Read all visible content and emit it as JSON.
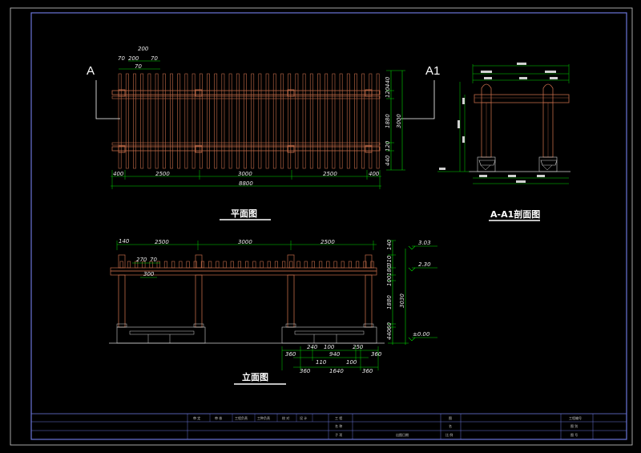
{
  "plan": {
    "title": "平面图",
    "marker_left": "A",
    "marker_right": "A1",
    "dims_top_1": "200",
    "dims_top_2": [
      "70",
      "200",
      "70"
    ],
    "dims_top_3": "70",
    "dims_bottom_segments": [
      "400",
      "2500",
      "3000",
      "2500",
      "400"
    ],
    "dims_bottom_total": "8800",
    "dims_right_segments": [
      "440",
      "120",
      "1880",
      "120",
      "440"
    ],
    "dims_right_total": "3000"
  },
  "section": {
    "title": "A-A1剖面图"
  },
  "elevation": {
    "title": "立面图",
    "dims_top_left": "140",
    "dims_top_segments": [
      "2500",
      "3000",
      "2500"
    ],
    "dims_detail_1": [
      "270",
      "70"
    ],
    "dims_detail_2": "300",
    "dims_right_segments": [
      "140",
      "310",
      "180",
      "100",
      "1880",
      "60",
      "440"
    ],
    "dims_right_total": "3030",
    "levels": [
      "3.03",
      "2.30",
      "±0.00"
    ],
    "dims_bottom_row1": [
      "360",
      "240",
      "100",
      "250",
      "360"
    ],
    "dims_bottom_row2": [
      "110",
      "940",
      "100"
    ],
    "dims_bottom_row3": [
      "360",
      "1640",
      "360"
    ]
  },
  "title_block": {
    "labels": [
      "审 定",
      "审 核",
      "工程负责",
      "工种负责",
      "校 对",
      "设 计",
      "工 程",
      "名 称",
      "子 项",
      "出图日期",
      "图",
      "名",
      "比 例",
      "工程编号",
      "图 别",
      "图 号"
    ]
  },
  "colors": {
    "background": "#000000",
    "frame": "#6a75d8",
    "structure": "#c06a48",
    "dimension": "#00d800",
    "text": "#ffffff"
  }
}
